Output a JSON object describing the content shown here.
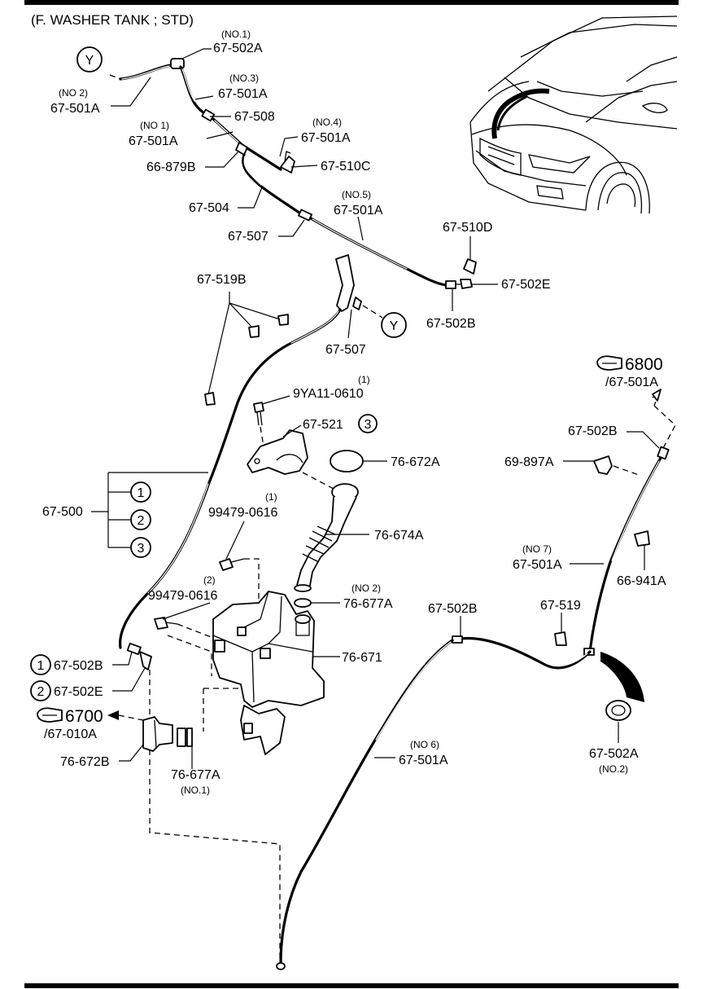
{
  "title": "(F. WASHER TANK ; STD)",
  "callouts": {
    "y": "Y",
    "one": "1",
    "two": "2",
    "three": "3"
  },
  "labels": {
    "l1_sub": "(NO.1)",
    "l1": "67-502A",
    "l2_sub": "(NO 2)",
    "l2": "67-501A",
    "l3_sub": "(NO.3)",
    "l3": "67-501A",
    "l4": "67-508",
    "l5_sub": "(NO 1)",
    "l5": "67-501A",
    "l6_sub": "(NO.4)",
    "l6": "67-501A",
    "l7": "66-879B",
    "l8": "67-510C",
    "l9": "67-504",
    "l10_sub": "(NO.5)",
    "l10": "67-501A",
    "l11": "67-507",
    "l12": "67-510D",
    "l13": "67-502E",
    "l14": "67-502B",
    "l15": "67-519B",
    "l16": "67-507",
    "l17_sub": "(1)",
    "l17": "9YA11-0610",
    "l18": "67-521",
    "l19": "76-672A",
    "l20": "67-500",
    "l21_sub": "(1)",
    "l21": "99479-0616",
    "l22": "76-674A",
    "l23_sub": "(2)",
    "l23": "99479-0616",
    "l24_sub": "(NO 2)",
    "l24": "76-677A",
    "l25": "76-671",
    "l26": "67-502B",
    "l27": "67-502E",
    "l28_ref": "6700",
    "l28": "/67-010A",
    "l29": "76-672B",
    "l30": "76-677A",
    "l30_sub": "(NO.1)",
    "l31_ref": "6800",
    "l31": "/67-501A",
    "l32": "67-502B",
    "l33": "69-897A",
    "l34_sub": "(NO 7)",
    "l34": "67-501A",
    "l35": "66-941A",
    "l36": "67-502B",
    "l37": "67-519",
    "l38_sub": "(NO 6)",
    "l38": "67-501A",
    "l39": "67-502A",
    "l39_sub": "(NO.2)"
  }
}
